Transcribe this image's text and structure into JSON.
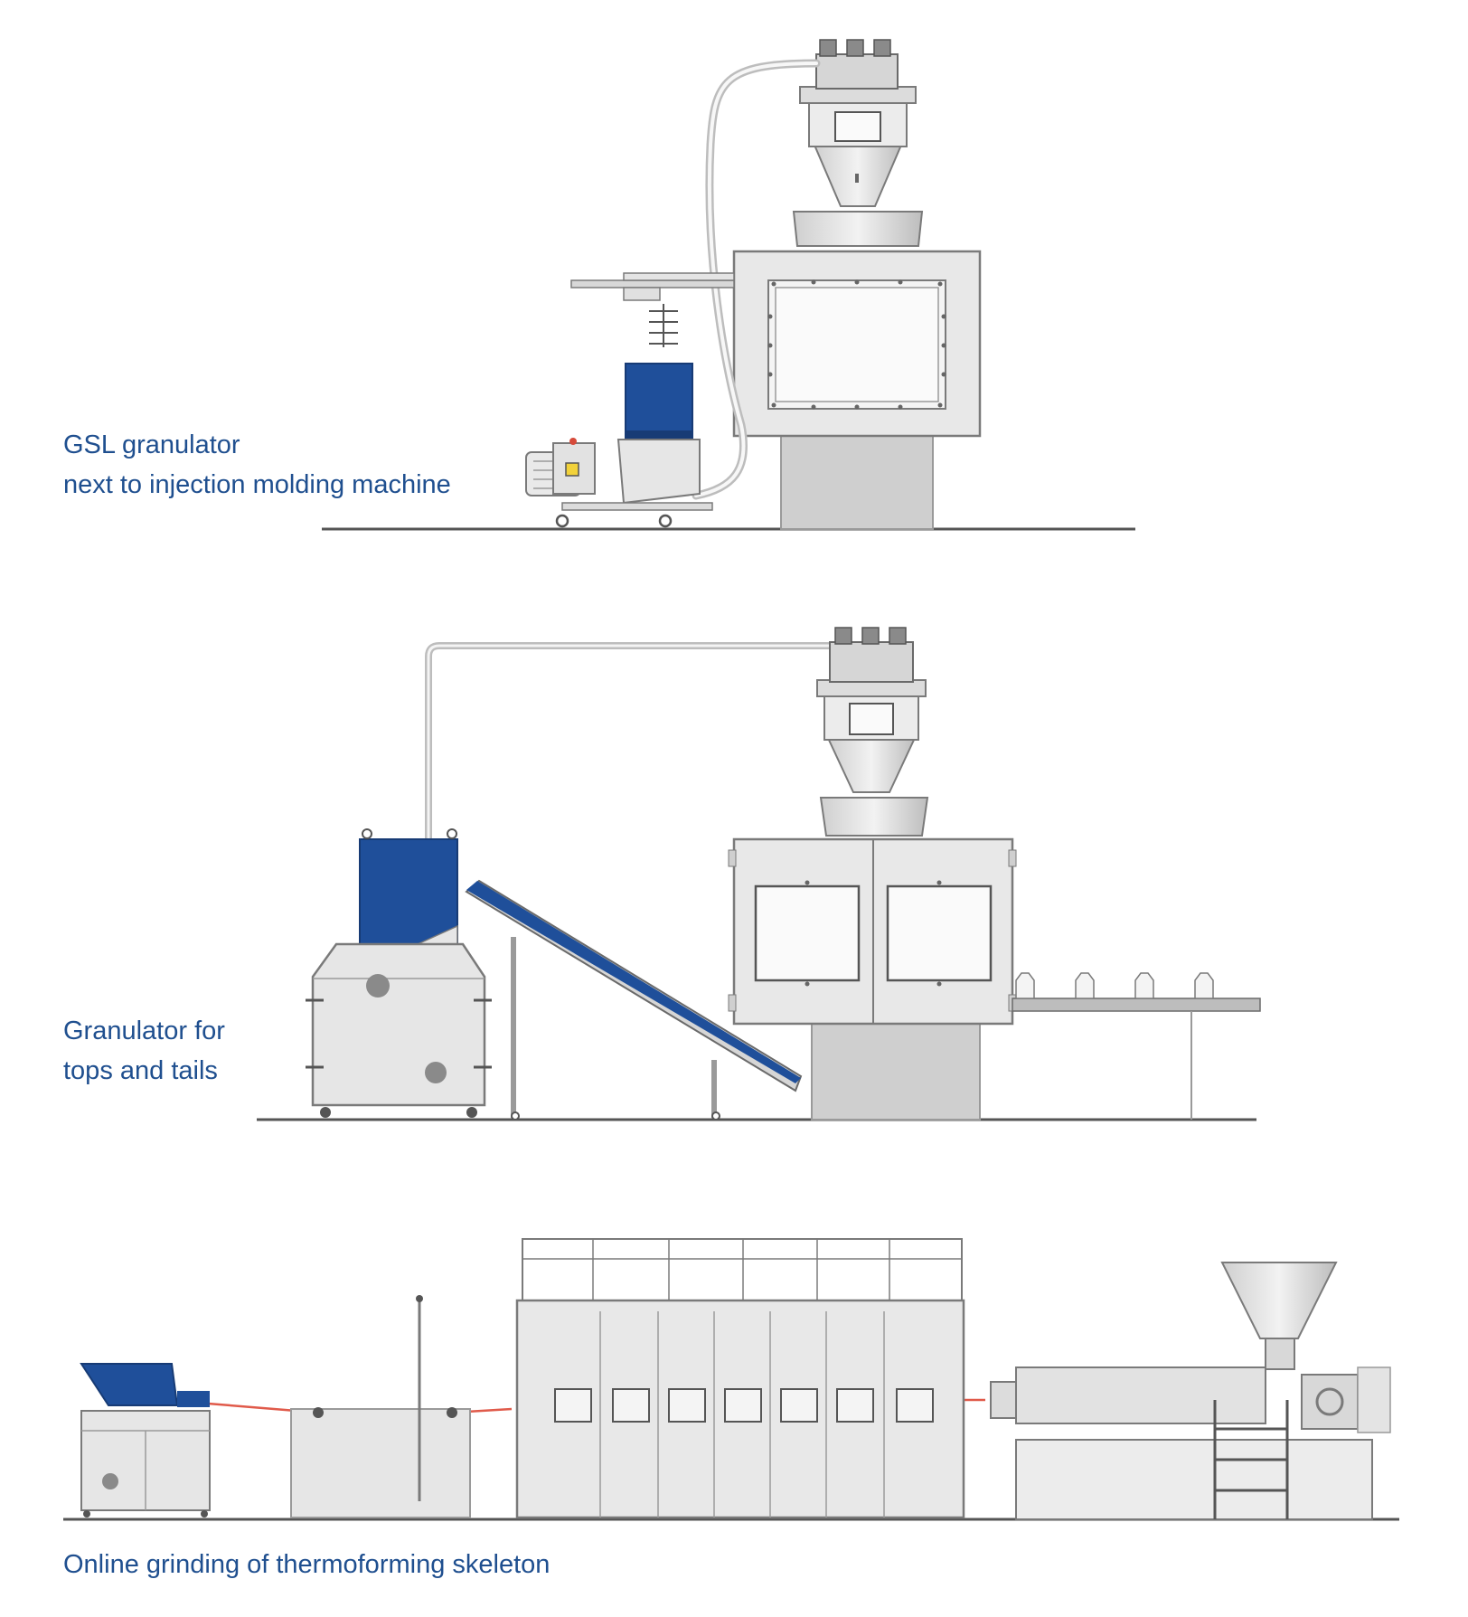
{
  "captions": {
    "gsl": {
      "line1": "GSL granulator",
      "line2": "next to injection molding machine"
    },
    "tops": {
      "line1": "Granulator for",
      "line2": "tops and tails"
    },
    "online": {
      "line1": "Online grinding of thermoforming skeleton"
    }
  },
  "colors": {
    "text": "#1f4f8f",
    "hopper_blue": "#1f4f9a",
    "machine_grey": "#e6e6e6",
    "outline": "#7a7a7a",
    "base_grey": "#cfcfcf",
    "web_red": "#e05a4a",
    "floor": "#555555"
  }
}
